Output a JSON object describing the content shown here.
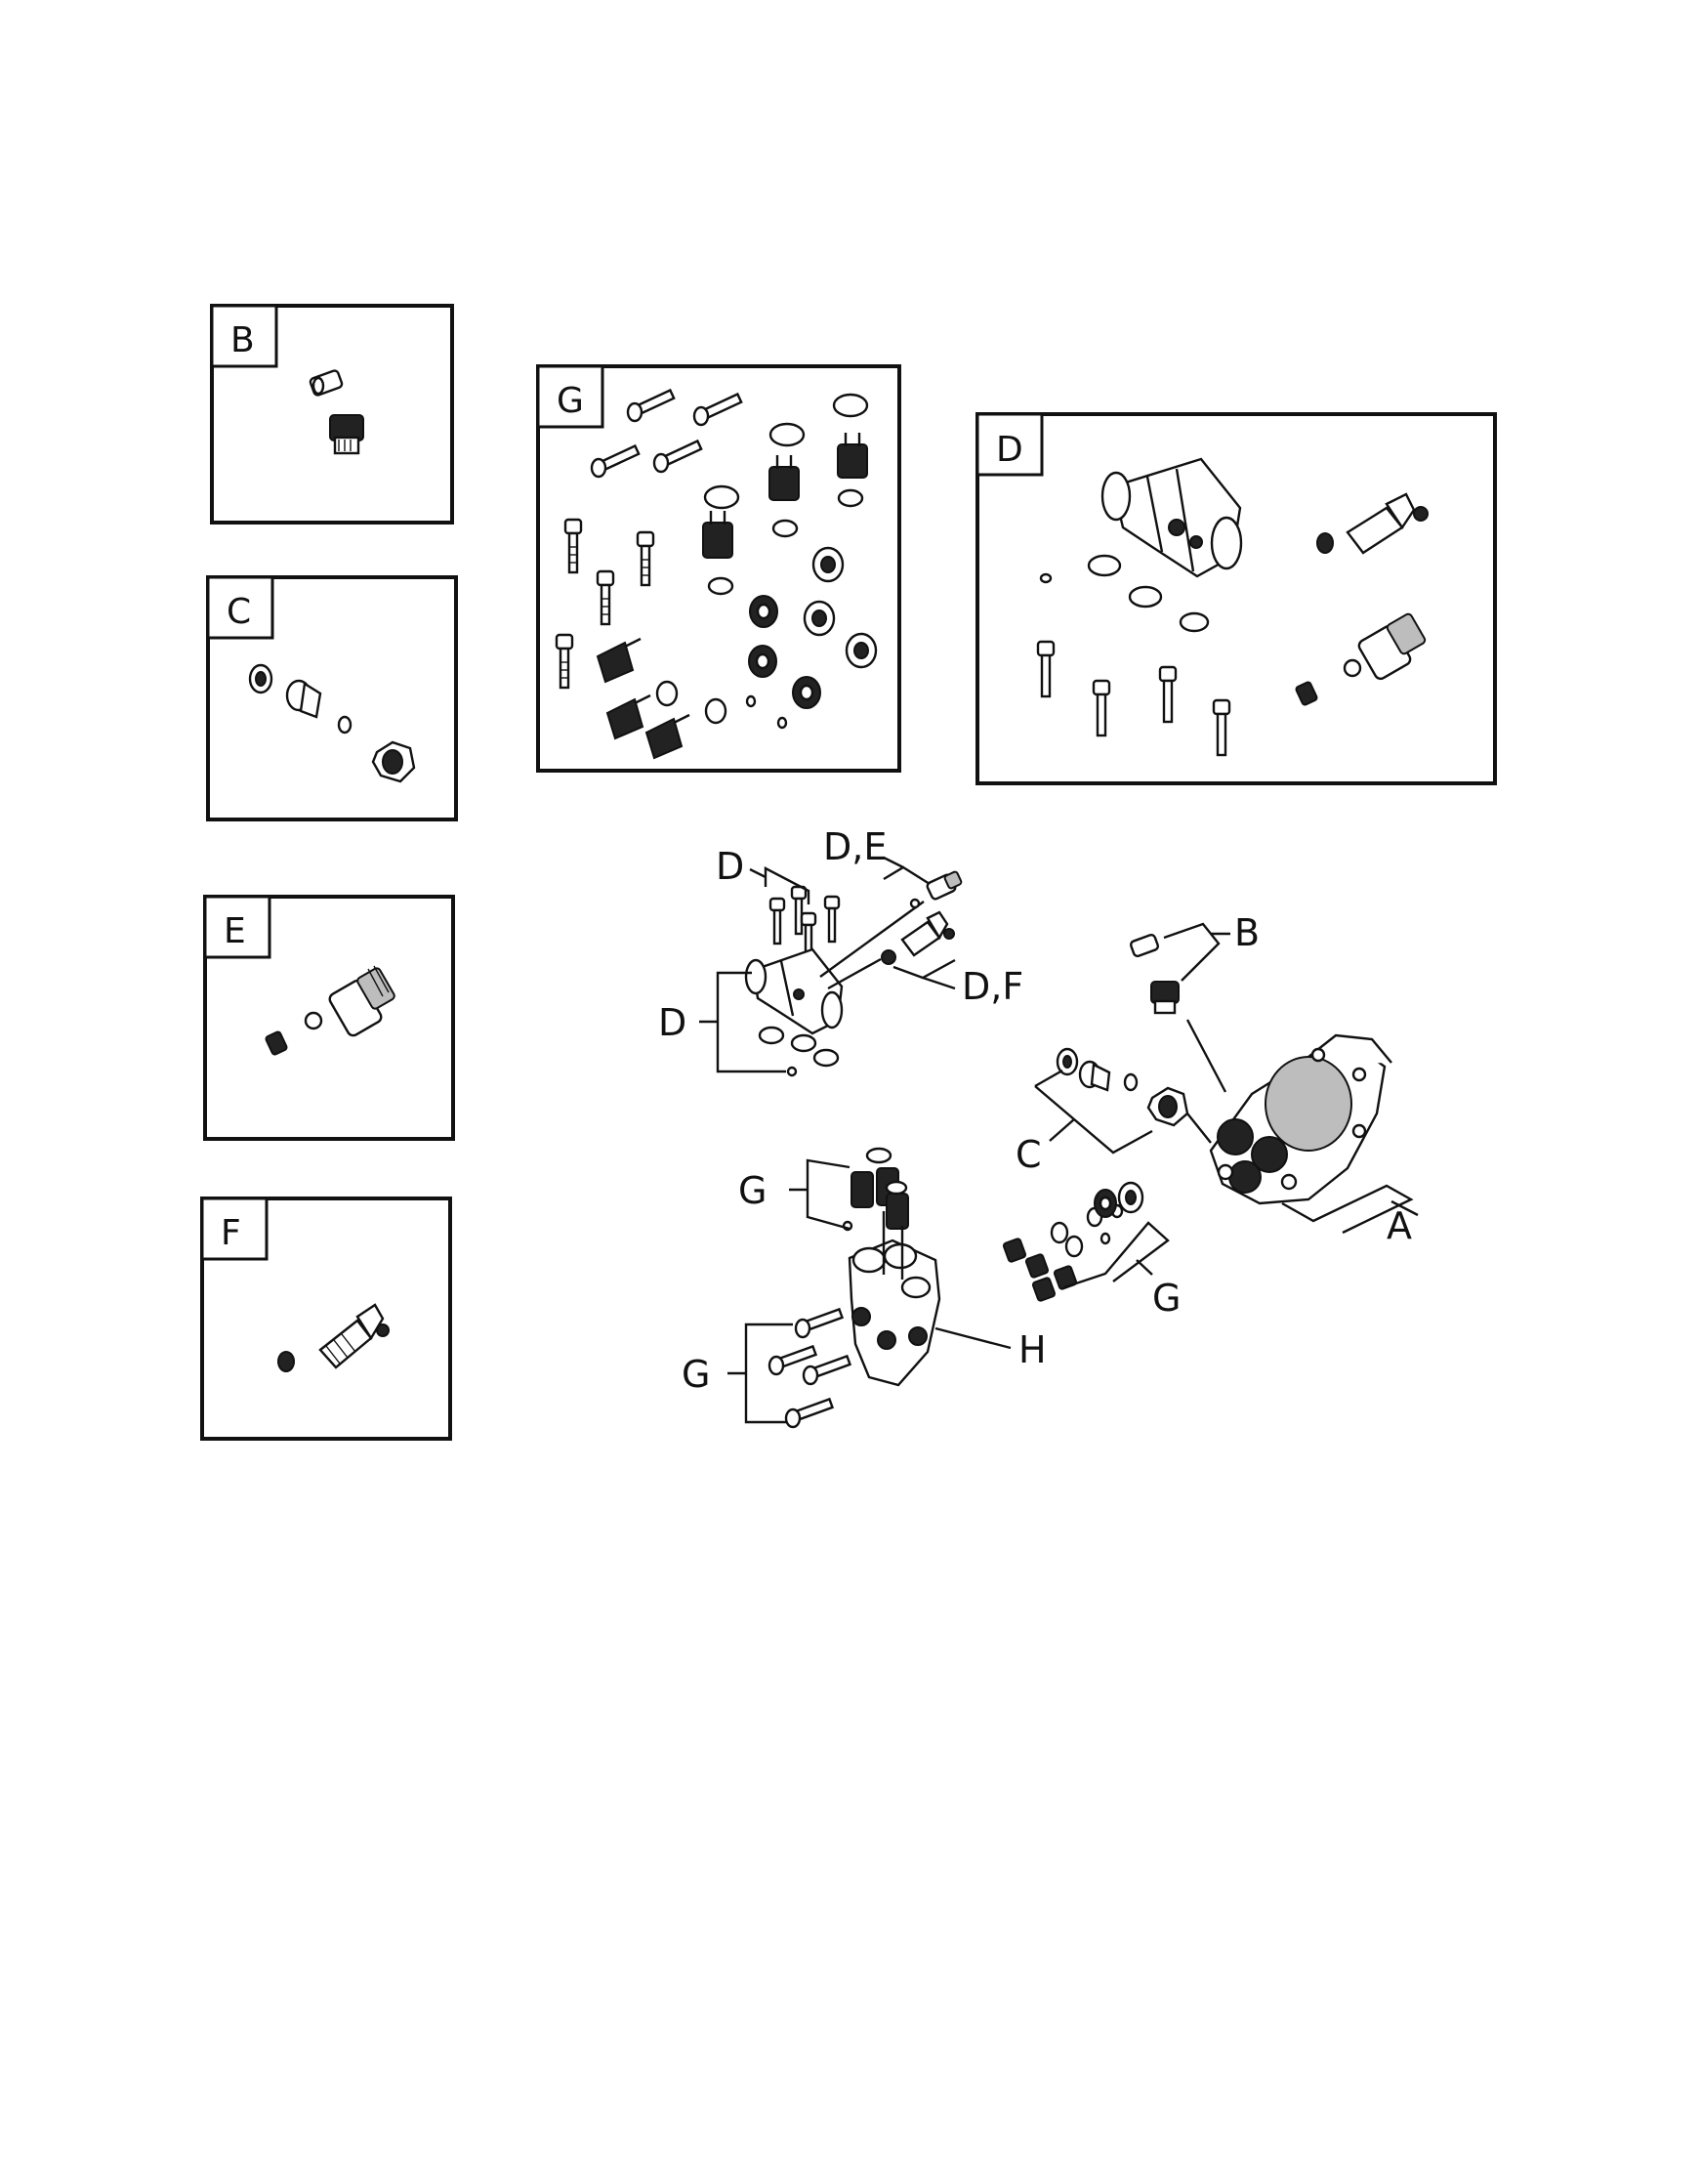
{
  "panels": [
    {
      "id": "B",
      "label": "B"
    },
    {
      "id": "C",
      "label": "C"
    },
    {
      "id": "E",
      "label": "E"
    },
    {
      "id": "F",
      "label": "F"
    },
    {
      "id": "G",
      "label": "G"
    },
    {
      "id": "D",
      "label": "D"
    }
  ],
  "callouts": {
    "manifold_d_upper": "D",
    "manifold_de": "D,E",
    "manifold_df": "D,F",
    "manifold_d_left": "D",
    "pump_b": "B",
    "pump_c": "C",
    "pump_a": "A",
    "head_g_upper": "G",
    "head_g_right": "G",
    "head_g_left": "G",
    "head_h": "H"
  },
  "colors": {
    "ink": "#111111",
    "paper": "#ffffff"
  }
}
